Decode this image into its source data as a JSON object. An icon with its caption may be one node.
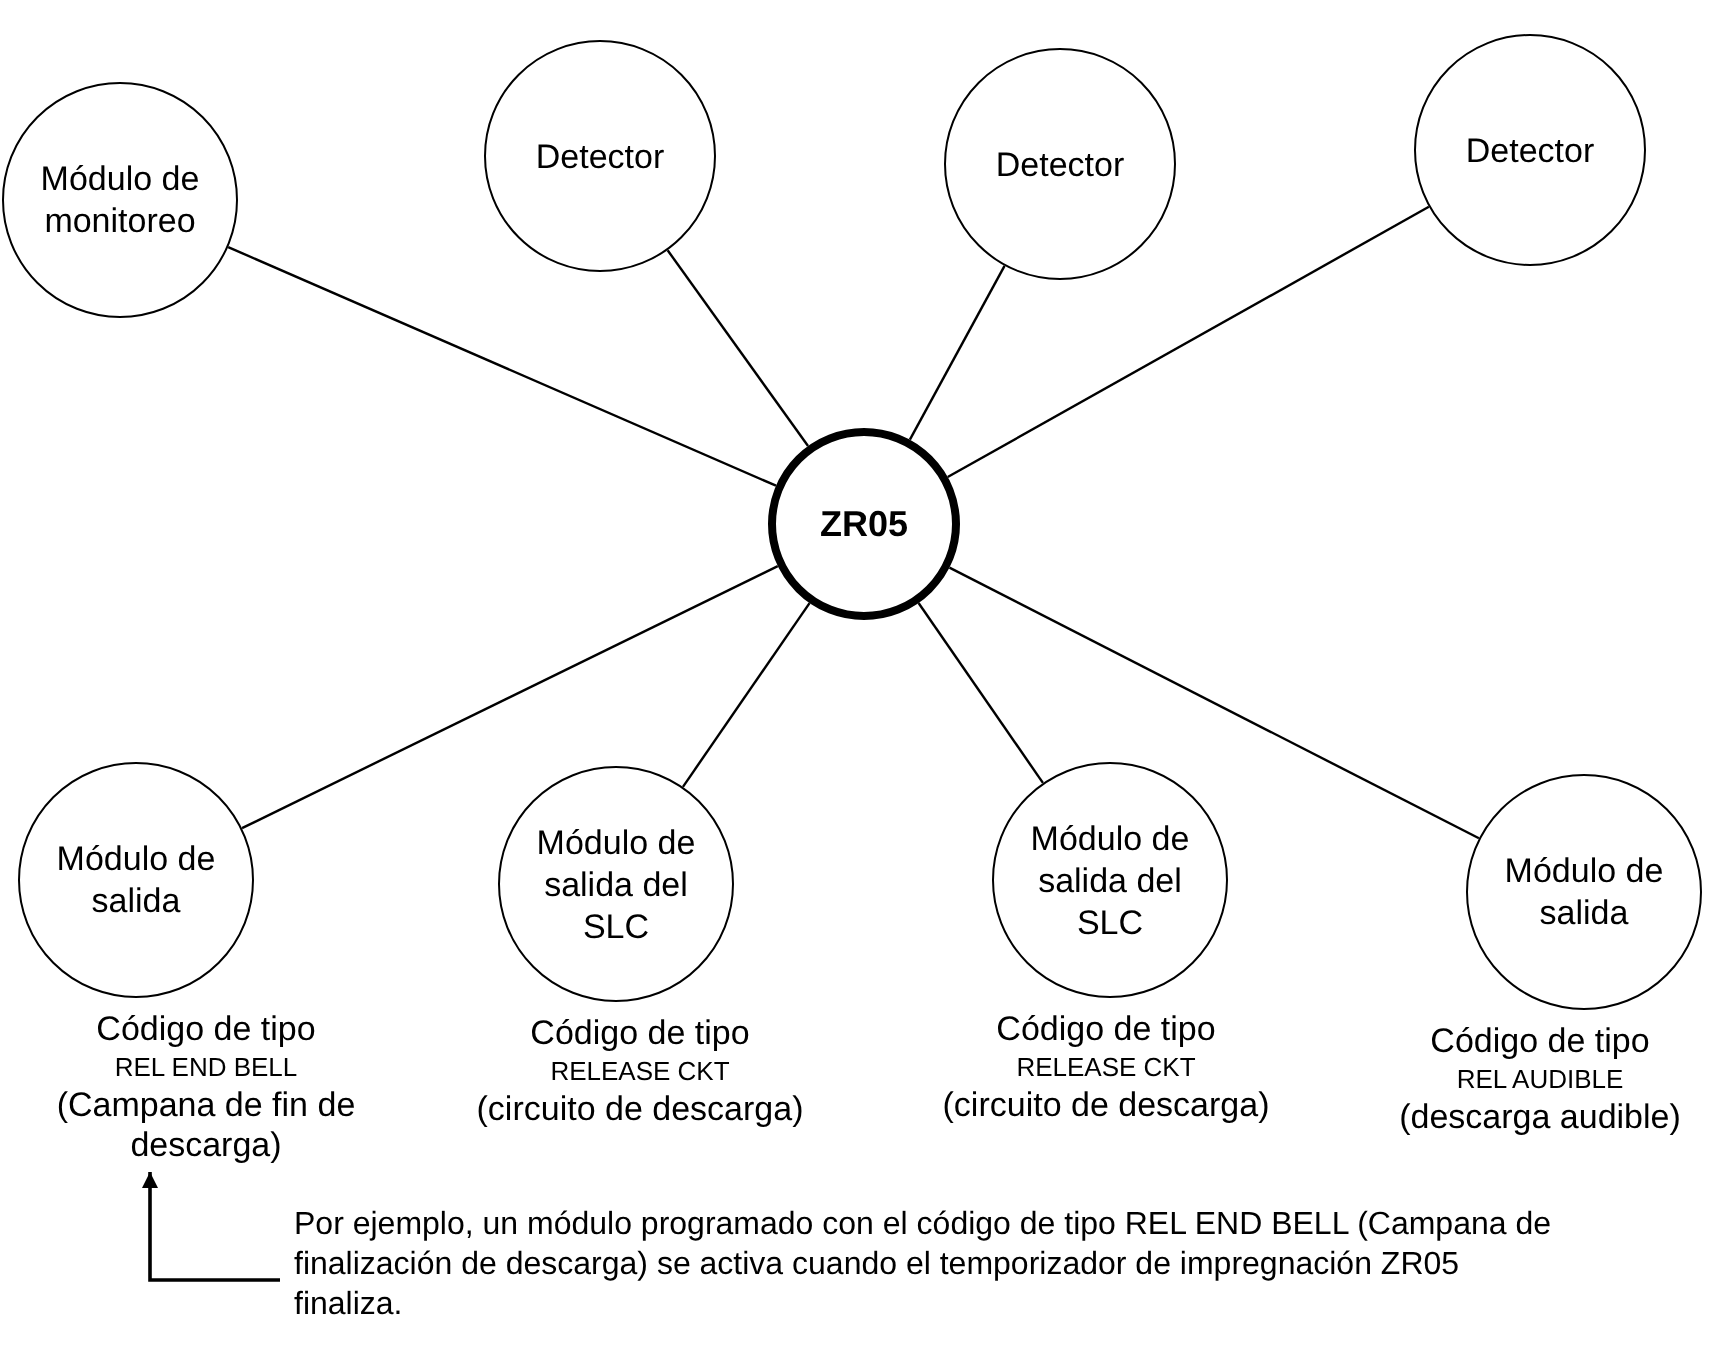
{
  "diagram": {
    "nodes": [
      {
        "text": [
          "Módulo de monitoreo"
        ]
      },
      {
        "text": [
          "Detector"
        ]
      },
      {
        "text": [
          "Detector"
        ]
      },
      {
        "text": [
          "Detector"
        ]
      },
      {
        "text": [
          "ZR05"
        ]
      },
      {
        "text": [
          "Módulo de salida"
        ],
        "beside": [
          "Código de tipo",
          "REL END BELL",
          "(Campana de fin de descarga)"
        ]
      },
      {
        "text": [
          "Módulo de salida del SLC"
        ],
        "beside": [
          "Código de tipo",
          "RELEASE CKT",
          "(circuito de descarga)"
        ]
      },
      {
        "text": [
          "Módulo de salida del SLC"
        ],
        "beside": [
          "Código de tipo",
          "RELEASE CKT",
          "(circuito de descarga)"
        ]
      },
      {
        "text": [
          "Módulo de salida"
        ],
        "beside": [
          "Código de tipo",
          "REL AUDIBLE",
          "(descarga audible)"
        ]
      },
      {
        "text": [
          "Por ejemplo, un módulo programado con el código de tipo REL END BELL (Campana de finalización de descarga) se activa cuando el temporizador de impregnación ZR05 finaliza."
        ]
      }
    ],
    "edges": [
      {
        "from": 0,
        "to": 4,
        "arrow": "none"
      },
      {
        "from": 1,
        "to": 4,
        "arrow": "none"
      },
      {
        "from": 2,
        "to": 4,
        "arrow": "none"
      },
      {
        "from": 3,
        "to": 4,
        "arrow": "none"
      },
      {
        "from": 5,
        "to": 4,
        "arrow": "none"
      },
      {
        "from": 6,
        "to": 4,
        "arrow": "none"
      },
      {
        "from": 7,
        "to": 4,
        "arrow": "none"
      },
      {
        "from": 8,
        "to": 4,
        "arrow": "none"
      },
      {
        "from": 9,
        "to": 5,
        "arrow": "to"
      }
    ]
  }
}
